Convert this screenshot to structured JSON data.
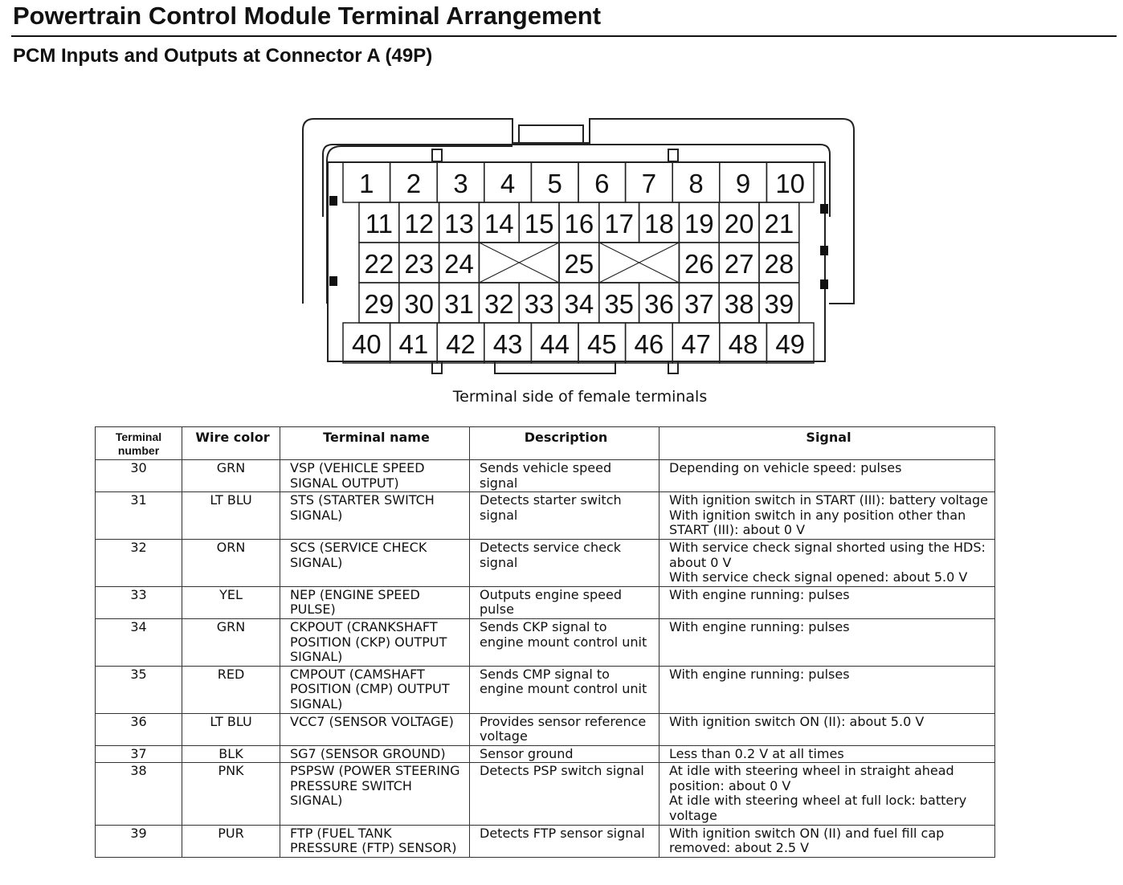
{
  "header": {
    "title": "Powertrain Control Module Terminal Arrangement",
    "subtitle": "PCM Inputs and Outputs at Connector A (49P)"
  },
  "connector": {
    "caption": "Terminal side of female terminals",
    "rows": [
      [
        "1",
        "2",
        "3",
        "4",
        "5",
        "6",
        "7",
        "8",
        "9",
        "10"
      ],
      [
        "11",
        "12",
        "13",
        "14",
        "15",
        "16",
        "17",
        "18",
        "19",
        "20",
        "21"
      ],
      [
        "22",
        "23",
        "24",
        "",
        "",
        "25",
        "",
        "",
        "26",
        "27",
        "28"
      ],
      [
        "29",
        "30",
        "31",
        "32",
        "33",
        "34",
        "35",
        "36",
        "37",
        "38",
        "39"
      ],
      [
        "40",
        "41",
        "42",
        "43",
        "44",
        "45",
        "46",
        "47",
        "48",
        "49"
      ]
    ]
  },
  "table": {
    "headers": {
      "terminal_number": "Terminal number",
      "wire_color": "Wire color",
      "terminal_name": "Terminal name",
      "description": "Description",
      "signal": "Signal"
    },
    "rows": [
      {
        "terminal": "30",
        "wire": "GRN",
        "name": "VSP (VEHICLE SPEED SIGNAL OUTPUT)",
        "description": "Sends vehicle speed signal",
        "signal": [
          "Depending on vehicle speed: pulses"
        ]
      },
      {
        "terminal": "31",
        "wire": "LT BLU",
        "name": "STS (STARTER SWITCH SIGNAL)",
        "description": "Detects starter switch signal",
        "signal": [
          "With ignition switch in START (III): battery voltage",
          "With ignition switch in any position other than START (III): about 0 V"
        ]
      },
      {
        "terminal": "32",
        "wire": "ORN",
        "name": "SCS (SERVICE CHECK SIGNAL)",
        "description": "Detects service check signal",
        "signal": [
          "With service check signal shorted using the HDS: about 0 V",
          "With service check signal opened: about 5.0 V"
        ]
      },
      {
        "terminal": "33",
        "wire": "YEL",
        "name": "NEP (ENGINE SPEED PULSE)",
        "description": "Outputs engine speed pulse",
        "signal": [
          "With engine running: pulses"
        ]
      },
      {
        "terminal": "34",
        "wire": "GRN",
        "name": "CKPOUT (CRANKSHAFT POSITION (CKP) OUTPUT SIGNAL)",
        "description": "Sends CKP signal to engine mount control unit",
        "signal": [
          "With engine running: pulses"
        ]
      },
      {
        "terminal": "35",
        "wire": "RED",
        "name": "CMPOUT (CAMSHAFT POSITION (CMP) OUTPUT SIGNAL)",
        "description": "Sends CMP signal to engine mount control unit",
        "signal": [
          "With engine running: pulses"
        ]
      },
      {
        "terminal": "36",
        "wire": "LT BLU",
        "name": "VCC7 (SENSOR VOLTAGE)",
        "description": "Provides sensor reference voltage",
        "signal": [
          "With ignition switch ON (II): about 5.0 V"
        ]
      },
      {
        "terminal": "37",
        "wire": "BLK",
        "name": "SG7 (SENSOR GROUND)",
        "description": "Sensor ground",
        "signal": [
          "Less than 0.2 V at all times"
        ]
      },
      {
        "terminal": "38",
        "wire": "PNK",
        "name": "PSPSW (POWER STEERING PRESSURE SWITCH SIGNAL)",
        "description": "Detects PSP switch signal",
        "signal": [
          "At idle with steering wheel in straight ahead position: about 0 V",
          "At idle with steering wheel at full lock: battery voltage"
        ]
      },
      {
        "terminal": "39",
        "wire": "PUR",
        "name": "FTP (FUEL TANK PRESSURE (FTP) SENSOR)",
        "description": "Detects FTP sensor signal",
        "signal": [
          "With ignition switch ON (II) and fuel fill cap removed: about 2.5 V"
        ]
      }
    ]
  }
}
